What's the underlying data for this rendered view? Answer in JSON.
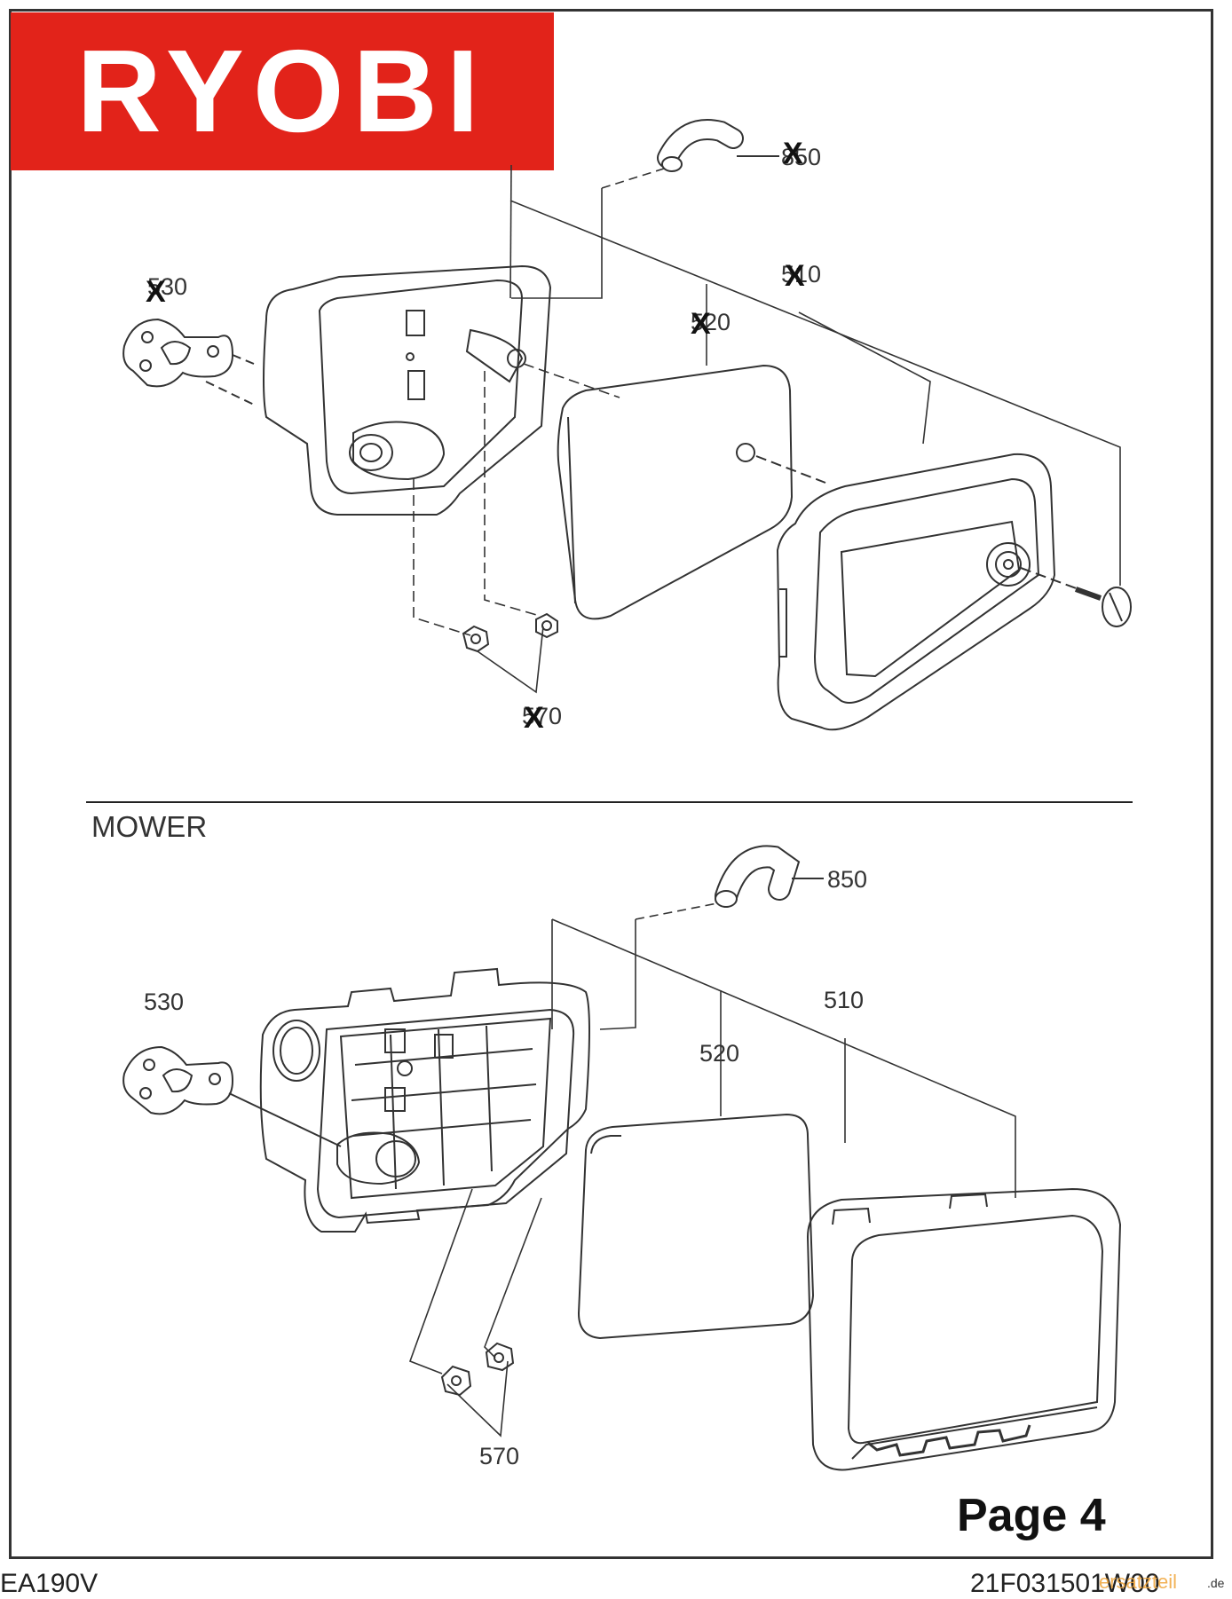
{
  "brand": {
    "logo_text": "RYOBI",
    "color": "#e2231a"
  },
  "diagram_top": {
    "callouts": {
      "hose": "850",
      "cover_group": "510",
      "filter": "520",
      "gasket": "530",
      "nuts": "570"
    },
    "marker": "X"
  },
  "diagram_bottom": {
    "section_label": "MOWER",
    "callouts": {
      "hose": "850",
      "cover_group": "510",
      "filter": "520",
      "gasket": "530",
      "nuts": "570"
    }
  },
  "footer": {
    "page_label": "Page 4",
    "model": "EA190V",
    "doc_ref": "21F031501W00",
    "watermark": "ersatzteil",
    "watermark_suffix": ".de"
  }
}
